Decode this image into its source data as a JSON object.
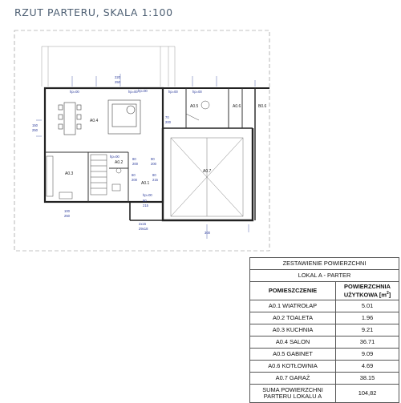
{
  "plan": {
    "title": "RZUT PARTERU, SKALA 1:100",
    "room_labels": [
      "A0.1",
      "A0.2",
      "A0.3",
      "A0.4",
      "A0.5",
      "A0.6",
      "A0.7",
      "B0.6"
    ],
    "dimensions": [
      "150",
      "250",
      "220",
      "250",
      "70",
      "200",
      "90",
      "200",
      "80",
      "200",
      "60",
      "200",
      "80",
      "215",
      "90",
      "215",
      "100",
      "250",
      "2x15",
      "29x18",
      "300"
    ],
    "levels": [
      "hp=00",
      "hp=00",
      "hp=00",
      "hp=00",
      "hp=00",
      "hp=00",
      "hp=00"
    ],
    "colors": {
      "walls": "#222222",
      "dimensions": "#2a3a9a",
      "title": "#4d5f73",
      "guides": "#999999"
    }
  },
  "summary_table": {
    "title": "ZESTAWIENIE POWIERZCHNI",
    "subtitle": "LOKAL A - PARTER",
    "col_room": "POMIESZCZENIE",
    "col_area_line1": "POWIERZCHNIA",
    "col_area_line2": "UŻYTKOWA [m",
    "col_area_sup": "2",
    "col_area_close": "]",
    "rows": [
      {
        "room": "A0.1 WIATROŁAP",
        "area": "5.01"
      },
      {
        "room": "A0.2 TOALETA",
        "area": "1.96"
      },
      {
        "room": "A0.3 KUCHNIA",
        "area": "9.21"
      },
      {
        "room": "A0.4 SALON",
        "area": "36.71"
      },
      {
        "room": "A0.5 GABINET",
        "area": "9.09"
      },
      {
        "room": "A0.6 KOTŁOWNIA",
        "area": "4.69"
      },
      {
        "room": "A0.7 GARAŻ",
        "area": "38.15"
      }
    ],
    "total_label_line1": "SUMA POWIERZCHNI",
    "total_label_line2": "PARTERU LOKALU A",
    "total_value": "104,82"
  }
}
